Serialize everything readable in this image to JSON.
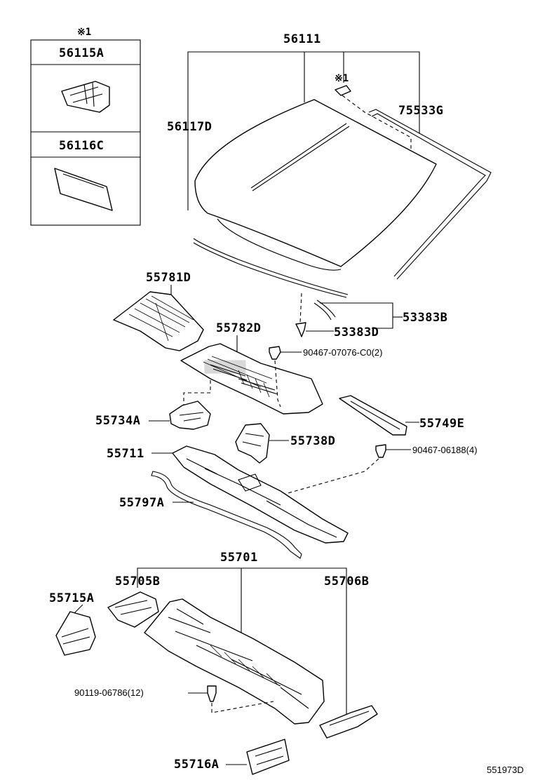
{
  "inset": {
    "note_mark": "※1",
    "item1": "56115A",
    "item2": "56116C"
  },
  "labels": {
    "p56111": "56111",
    "p56117D": "56117D",
    "p75533G": "75533G",
    "note_windshield": "※1",
    "p55781D": "55781D",
    "p53383B": "53383B",
    "p53383D": "53383D",
    "p55782D": "55782D",
    "p90467_07076": "90467-07076-C0(2)",
    "p55734A": "55734A",
    "p55749E": "55749E",
    "p55738D": "55738D",
    "p55711": "55711",
    "p90467_06188": "90467-06188(4)",
    "p55797A": "55797A",
    "p55701": "55701",
    "p55705B": "55705B",
    "p55706B": "55706B",
    "p55715A": "55715A",
    "p90119_06786": "90119-06786(12)",
    "p55716A": "55716A"
  },
  "diagram_code": "551973D"
}
